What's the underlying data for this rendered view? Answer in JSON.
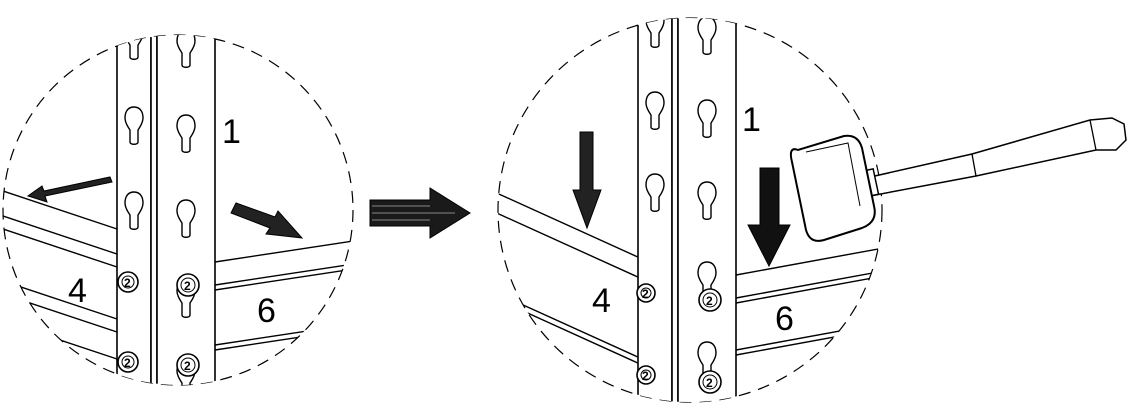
{
  "detail_before": {
    "labels": {
      "upright": "1",
      "beam_left": "4",
      "beam_right": "6"
    },
    "bolt_number": "2"
  },
  "detail_after": {
    "labels": {
      "upright": "1",
      "beam_left": "4",
      "beam_right": "6"
    },
    "bolt_number": "2"
  },
  "icons": {
    "transition": "arrow-right-icon",
    "pull_apart": "arrow-outward-icon",
    "press_down": "arrow-down-icon",
    "tool": "rubber-mallet-icon"
  },
  "colors": {
    "line": "#000000",
    "background": "#ffffff",
    "arrow_fill": "#1a1a1a"
  }
}
